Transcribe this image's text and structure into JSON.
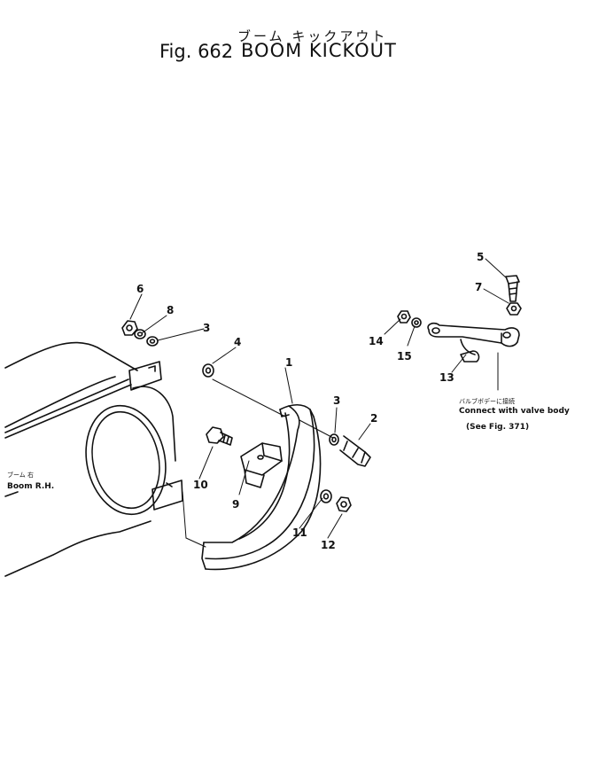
{
  "header": {
    "title_jp": "ブーム キックアウト",
    "fig_label": "Fig. 662",
    "title_en": "BOOM KICKOUT"
  },
  "callouts": {
    "c1": "1",
    "c2": "2",
    "c3_left": "3",
    "c3_mid": "3",
    "c4": "4",
    "c5": "5",
    "c6": "6",
    "c7": "7",
    "c8": "8",
    "c9": "9",
    "c10": "10",
    "c11": "11",
    "c12": "12",
    "c13": "13",
    "c14": "14",
    "c15": "15"
  },
  "notes": {
    "valve_jp": "バルブボデーに接続",
    "valve_en": "Connect with valve body",
    "valve_ref": "(See Fig. 371)",
    "boom_jp": "ブーム 右",
    "boom_en": "Boom R.H."
  }
}
